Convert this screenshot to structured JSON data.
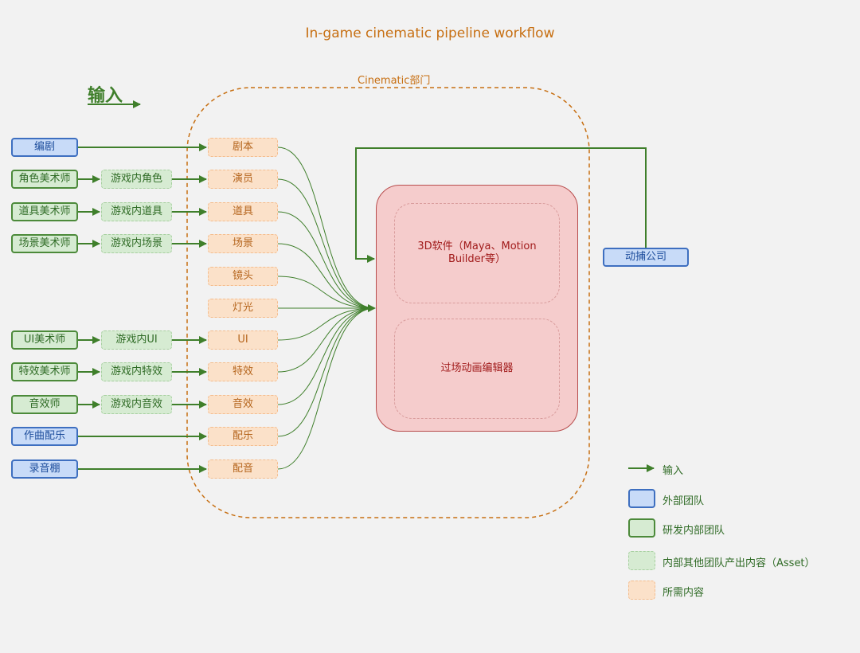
{
  "title": "In-game cinematic pipeline workflow",
  "department_label": "Cinematic部门",
  "input_label": "输入",
  "teams": {
    "writer": "编剧",
    "char_artist": "角色美术师",
    "prop_artist": "道具美术师",
    "scene_artist": "场景美术师",
    "ui_artist": "UI美术师",
    "fx_artist": "特效美术师",
    "sound_designer": "音效师",
    "composer": "作曲配乐",
    "studio": "录音棚",
    "mocap": "动捕公司"
  },
  "assets": {
    "char": "游戏内角色",
    "prop": "游戏内道具",
    "scene": "游戏内场景",
    "ui": "游戏内UI",
    "fx": "游戏内特效",
    "sfx": "游戏内音效"
  },
  "needs": {
    "script": "剧本",
    "actor": "演员",
    "prop": "道具",
    "scene": "场景",
    "camera": "镜头",
    "light": "灯光",
    "ui": "UI",
    "fx": "特效",
    "sfx": "音效",
    "music": "配乐",
    "voice": "配音"
  },
  "software": {
    "dcc": "3D软件（Maya、Motion Builder等）",
    "editor": "过场动画编辑器"
  },
  "legend": {
    "input": "输入",
    "external": "外部团队",
    "internal": "研发内部团队",
    "asset": "内部其他团队产出内容（Asset）",
    "required": "所需内容"
  },
  "colors": {
    "arrow": "#3f7f2b",
    "external_fill": "#c8dbf8",
    "external_border": "#3e6fc0",
    "internal_fill": "#d6ebd2",
    "internal_border": "#4c8a3a",
    "required_fill": "#fbe1c9",
    "software_fill": "#f5cccc",
    "department_border": "#c76f12"
  }
}
